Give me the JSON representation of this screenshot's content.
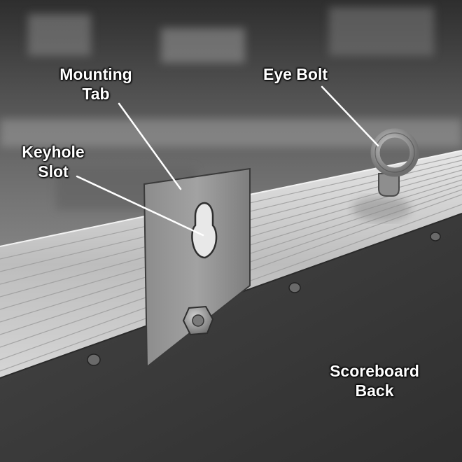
{
  "callouts": {
    "mounting_tab": {
      "line1": "Mounting",
      "line2": "Tab"
    },
    "keyhole_slot": {
      "line1": "Keyhole",
      "line2": "Slot"
    },
    "eye_bolt": {
      "line1": "Eye Bolt"
    },
    "scoreboard_back": {
      "line1": "Scoreboard",
      "line2": "Back"
    }
  },
  "colors": {
    "label_text": "#ffffff",
    "leader_line": "#ffffff",
    "scoreboard_panel": "#3a3a3a",
    "aluminum_frame": "#c8c8c8",
    "background": "#6b6b6b"
  }
}
